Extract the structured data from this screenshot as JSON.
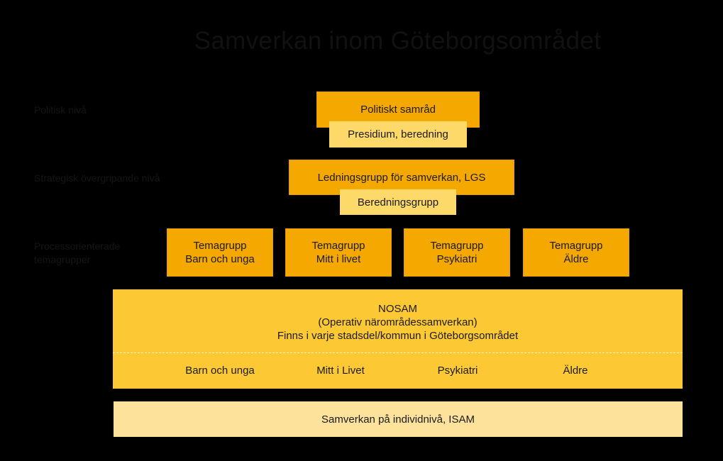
{
  "title": "Samverkan inom Göteborgsområdet",
  "levels": {
    "political": "Politisk nivå",
    "strategic": "Strategisk övergripande nivå",
    "process": [
      "Processorienterade",
      "temagrupper"
    ]
  },
  "political": {
    "main": "Politiskt samråd",
    "sub": "Presidium, beredning"
  },
  "strategic": {
    "main": "Ledningsgrupp för samverkan, LGS",
    "sub": "Beredningsgrupp"
  },
  "theme_groups": [
    {
      "line1": "Temagrupp",
      "line2": "Barn och unga"
    },
    {
      "line1": "Temagrupp",
      "line2": "Mitt i livet"
    },
    {
      "line1": "Temagrupp",
      "line2": "Psykiatri"
    },
    {
      "line1": "Temagrupp",
      "line2": "Äldre"
    }
  ],
  "nosam": {
    "name": "NOSAM",
    "full": "(Operativ närområdessamverkan)",
    "desc": "Finns i varje stadsdel/kommun i Göteborgsområdet",
    "groups": [
      "Barn och unga",
      "Mitt i Livet",
      "Psykiatri",
      "Äldre"
    ]
  },
  "isam": "Samverkan på individnivå, ISAM",
  "colors": {
    "background": "#000000",
    "orange": "#f5a800",
    "light_yellow": "#fdd96a",
    "yellow": "#fcc934",
    "pale_yellow": "#fde29b"
  }
}
